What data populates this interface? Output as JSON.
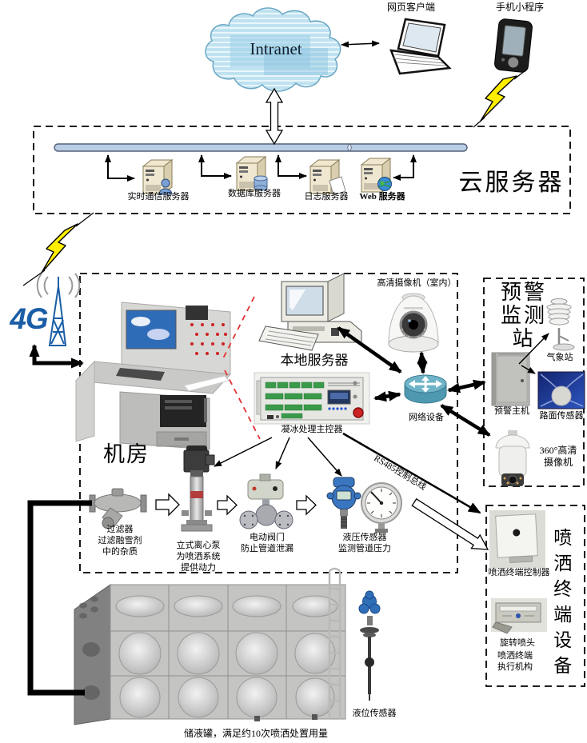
{
  "top": {
    "intranet": "Intranet",
    "web_client": "网页客户端",
    "mobile_app": "手机小程序"
  },
  "cloud_box": {
    "title": "云服务器",
    "servers": [
      {
        "label": "实时通信服务器"
      },
      {
        "label": "数据库服务器"
      },
      {
        "label": "日志服务器"
      },
      {
        "label": "Web 服务器"
      }
    ]
  },
  "network": {
    "g4": "4G",
    "rs485_bus": "RS485控制总线"
  },
  "machine_room": {
    "title": "机房",
    "local_server": "本地服务器",
    "indoor_camera": "高清摄像机（室内）",
    "network_device": "网络设备",
    "controller": "凝冰处理主控器",
    "filter": "过滤器\n过滤融雪剂\n中的杂质",
    "pump": "立式离心泵\n为喷洒系统\n提供动力",
    "valve": "电动阀门\n防止管道泄漏",
    "pressure_sensor": "液压传感器\n监测管道压力"
  },
  "warning_station": {
    "title": "预警\n监测\n站",
    "weather_station": "气象站",
    "host": "预警主机",
    "road_sensor": "路面传感器",
    "camera_360": "360°高清\n摄像机"
  },
  "spray_terminal": {
    "title": "喷洒终端设备",
    "controller": "喷洒终端控制器",
    "nozzle": "旋转喷头",
    "actuator": "喷洒终端\n执行机构"
  },
  "tank": {
    "caption": "储液罐，满足约10次喷洒处置用量",
    "level_sensor": "液位传感器"
  },
  "colors": {
    "lightning": "#ffee00",
    "cloud_fill": "#bfe2f0",
    "bus_bar": "#b9cde4",
    "router": "#4e98b0",
    "red_dash": "#e33333",
    "g4_blue": "#1b5ea6"
  }
}
